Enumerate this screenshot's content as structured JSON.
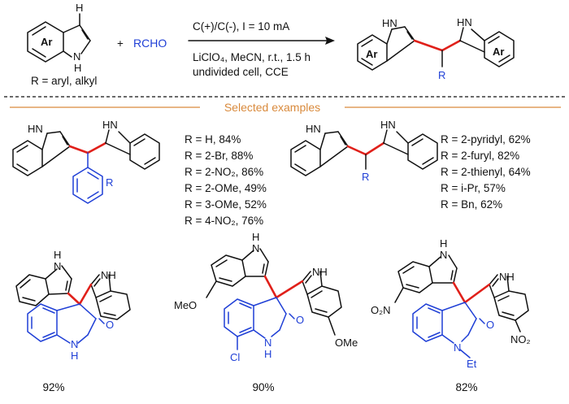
{
  "colors": {
    "accent_blue": "#1f3fd6",
    "new_bond_red": "#e0201a",
    "section_orange": "#d98a3c",
    "text": "#111111"
  },
  "scheme": {
    "reactant1": {
      "ar": "Ar",
      "nh": "N",
      "h_atom": "H",
      "h_top": "H"
    },
    "plus": "+",
    "reagent": "RCHO",
    "r_def": "R = aryl, alkyl",
    "conditions_top": "C(+)/C(-), I = 10 mA",
    "conditions_mid": "LiClO₄, MeCN, r.t., 1.5 h",
    "conditions_bot": "undivided cell, CCE",
    "product": {
      "hn1": "HN",
      "hn2": "HN",
      "ar1": "Ar",
      "ar2": "Ar",
      "r": "R"
    }
  },
  "section_title": "Selected examples",
  "example1": {
    "hn1": "HN",
    "hn2": "HN",
    "r": "R",
    "list": [
      "R = H, 84%",
      "R = 2-Br, 88%",
      "R = 2-NO₂, 86%",
      "R = 2-OMe, 49%",
      "R = 3-OMe, 52%",
      "R = 4-NO₂, 76%"
    ]
  },
  "example2": {
    "hn1": "HN",
    "hn2": "HN",
    "r": "R",
    "list": [
      "R = 2-pyridyl, 62%",
      "R = 2-furyl, 82%",
      "R = 2-thienyl, 64%",
      "R = i-Pr, 57%",
      "R = Bn, 62%"
    ]
  },
  "oxindoles": [
    {
      "yield": "92%",
      "h1": "H",
      "n1": "N",
      "nh2": "NH",
      "o": "O",
      "n3": "N",
      "h3": "H"
    },
    {
      "yield": "90%",
      "h1": "H",
      "n1": "N",
      "nh2": "NH",
      "o": "O",
      "n3": "N",
      "h3": "H",
      "meo": "MeO",
      "ome": "OMe",
      "cl": "Cl"
    },
    {
      "yield": "82%",
      "h1": "H",
      "n1": "N",
      "nh2": "NH",
      "o": "O",
      "n3": "N",
      "et": "Et",
      "no2a": "O₂N",
      "no2b": "NO₂"
    }
  ]
}
